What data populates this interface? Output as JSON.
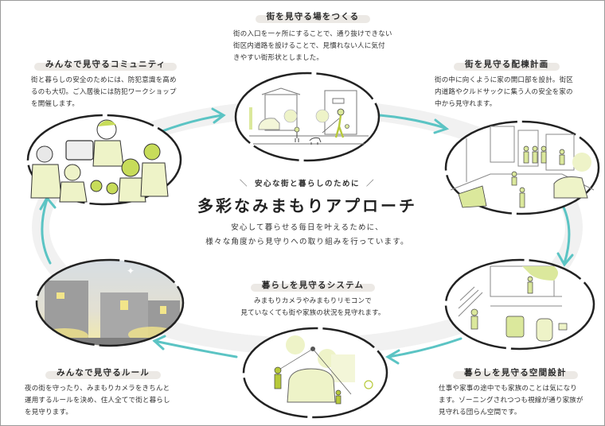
{
  "center": {
    "kicker": "安心な街と暮らしのために",
    "headline": "多彩なみまもりアプローチ",
    "lead_lines": [
      "安心して暮らせる毎日を叶えるために、",
      "様々な角度から見守りへの取り組みを行っています。"
    ]
  },
  "sections": [
    {
      "id": "town-place",
      "title": "街を見守る場をつくる",
      "lines": [
        "街の入口を一ヶ所にすることで、通り抜けできない",
        "街区内道路を設けることで、見慣れない人に気付",
        "きやすい街形状としました。"
      ],
      "illustration": "street-with-walker-and-dog"
    },
    {
      "id": "town-layout",
      "title": "街を見守る配棟計画",
      "lines": [
        "街の中に向くように家の開口部を設計。街区",
        "内道路やクルドサックに集う人の安全を家の",
        "中から見守れます。"
      ],
      "illustration": "cul-de-sac-families"
    },
    {
      "id": "living-space",
      "title": "暮らしを見守る空間設計",
      "lines": [
        "仕事や家事の途中でも家族のことは気になり",
        "ます。ゾーニングされつつも視線が通り家族が",
        "見守れる団らん空間です。"
      ],
      "illustration": "living-room-family"
    },
    {
      "id": "living-system",
      "title": "暮らしを見守るシステム",
      "lines": [
        "みまもりカメラやみまもりリモコンで",
        "見ていなくても街や家族の状況を見守れます。"
      ],
      "illustration": "street-camera-car"
    },
    {
      "id": "rules",
      "title": "みんなで見守るルール",
      "lines": [
        "夜の街を守ったり、みまもりカメラをきちんと",
        "運用するルールを決め、住人全てで街と暮らし",
        "を見守ります。"
      ],
      "illustration": "night-town"
    },
    {
      "id": "community",
      "title": "みんなで見守るコミュニティ",
      "lines": [
        "街と暮らしの安全のためには、防犯意識を高め",
        "るのも大切。ご入居後には防犯ワークショップ",
        "を開催します。"
      ],
      "illustration": "workshop-group"
    }
  ],
  "colors": {
    "arrow": "#5bc4c4",
    "track": "#f1f1f1",
    "accent_green": "#dbe89c",
    "pill": "#ece9e5",
    "frame": "#9a9a9a"
  }
}
